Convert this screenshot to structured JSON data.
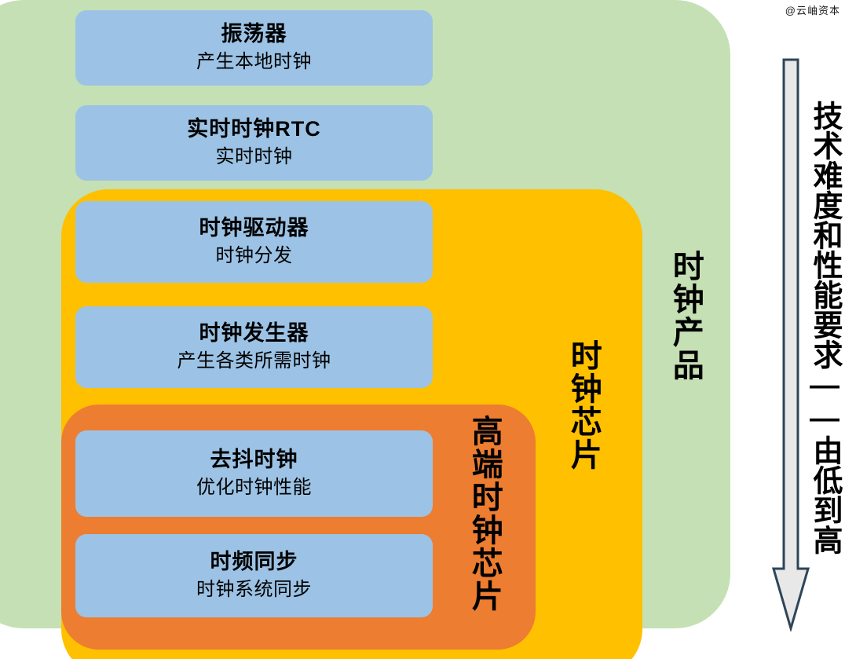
{
  "watermark": "@云岫资本",
  "tiers": [
    {
      "id": "clock-products",
      "label": "时钟产品",
      "color": "#C5E0B4"
    },
    {
      "id": "clock-chips",
      "label": "时钟芯片",
      "color": "#FFC000"
    },
    {
      "id": "high-end-clock-chips",
      "label": "高端时钟芯片",
      "color": "#ED7D31"
    }
  ],
  "cards": [
    {
      "title": "振荡器",
      "subtitle": "产生本地时钟"
    },
    {
      "title": "实时时钟RTC",
      "subtitle": "实时时钟"
    },
    {
      "title": "时钟驱动器",
      "subtitle": "时钟分发"
    },
    {
      "title": "时钟发生器",
      "subtitle": "产生各类所需时钟"
    },
    {
      "title": "去抖时钟",
      "subtitle": "优化时钟性能"
    },
    {
      "title": "时频同步",
      "subtitle": "时钟系统同步"
    }
  ],
  "axis": {
    "caption": "技术难度和性能要求——由低到高",
    "direction": "down",
    "card_color": "#9CC3E5",
    "arrow_fill": "#E8E8E8",
    "arrow_stroke": "#2E4558"
  }
}
